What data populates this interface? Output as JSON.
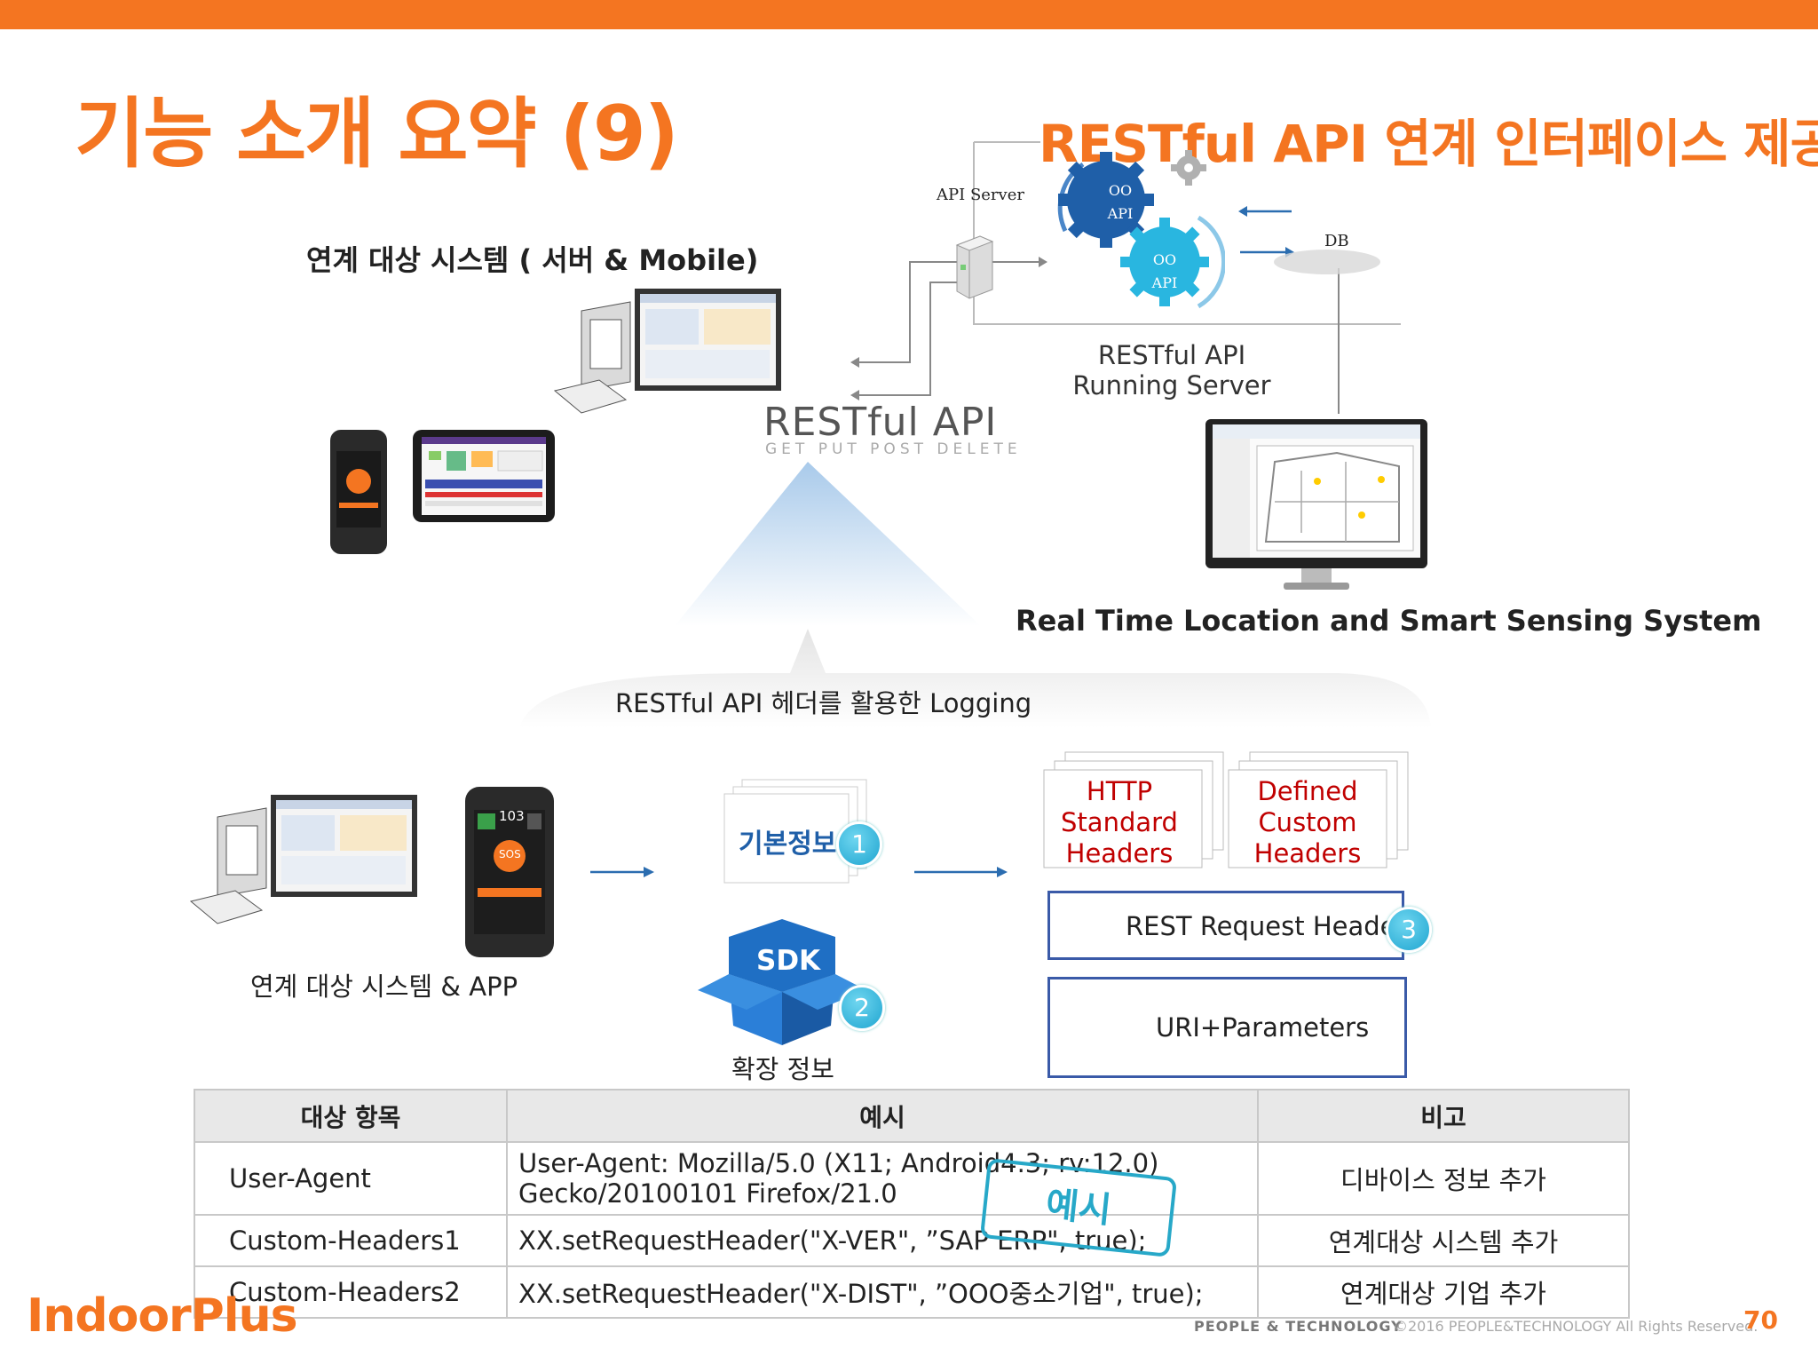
{
  "colors": {
    "accent": "#f47521",
    "blue_dark": "#1f5fa8",
    "blue_light": "#29b6e0",
    "red_text": "#c00000",
    "table_rule": "#1f7a9a"
  },
  "header": {
    "title": "기능 소개 요약 (9)",
    "subtitle": "RESTful API 연계 인터페이스 제공"
  },
  "architecture": {
    "target_system_label": "연계 대상 시스템 ( 서버 & Mobile)",
    "api_server_label": "API Server",
    "gear1_line1": "OO",
    "gear1_line2": "API",
    "gear2_line1": "OO",
    "gear2_line2": "API",
    "db_label": "DB",
    "running_server_label": "RESTful API Running Server",
    "restful_api_label": "RESTful API",
    "restful_methods": "GET PUT POST DELETE",
    "rtls_label": "Real Time Location and Smart Sensing System",
    "logging_label": "RESTful API 헤더를 활용한 Logging"
  },
  "flow": {
    "system_app_label": "연계 대상 시스템 & APP",
    "phone_number": "103",
    "phone_sos": "SOS",
    "basic_info_label": "기본정보",
    "badge1": "1",
    "sdk_label": "SDK",
    "badge2": "2",
    "ext_info_label": "확장 정보",
    "http_headers_l1": "HTTP",
    "http_headers_l2": "Standard",
    "http_headers_l3": "Headers",
    "custom_headers_l1": "Defined",
    "custom_headers_l2": "Custom",
    "custom_headers_l3": "Headers",
    "rest_request_headers": "REST Request Headers",
    "badge3": "3",
    "uri_parameters": "URI+Parameters"
  },
  "table": {
    "headers": [
      "대상 항목",
      "예시",
      "비고"
    ],
    "rows": [
      {
        "item": "User-Agent",
        "example_l1": "User-Agent: Mozilla/5.0 (X11; Android4.3; rv:12.0)",
        "example_l2": "Gecko/20100101 Firefox/21.0",
        "note": "디바이스 정보 추가"
      },
      {
        "item": "Custom-Headers1",
        "example_l1": "XX.setRequestHeader(\"X-VER\", ”SAP ERP\", true);",
        "note": "연계대상 시스템 추가"
      },
      {
        "item": "Custom-Headers2",
        "example_l1": "XX.setRequestHeader(\"X-DIST\", ”OOO중소기업\", true);",
        "note": "연계대상 기업 추가"
      }
    ],
    "stamp": "예시"
  },
  "footer": {
    "logo": "IndoorPlus",
    "company": "PEOPLE & TECHNOLOGY",
    "copyright": "©2016 PEOPLE&TECHNOLOGY  All Rights Reserved.",
    "page_number": "70"
  }
}
